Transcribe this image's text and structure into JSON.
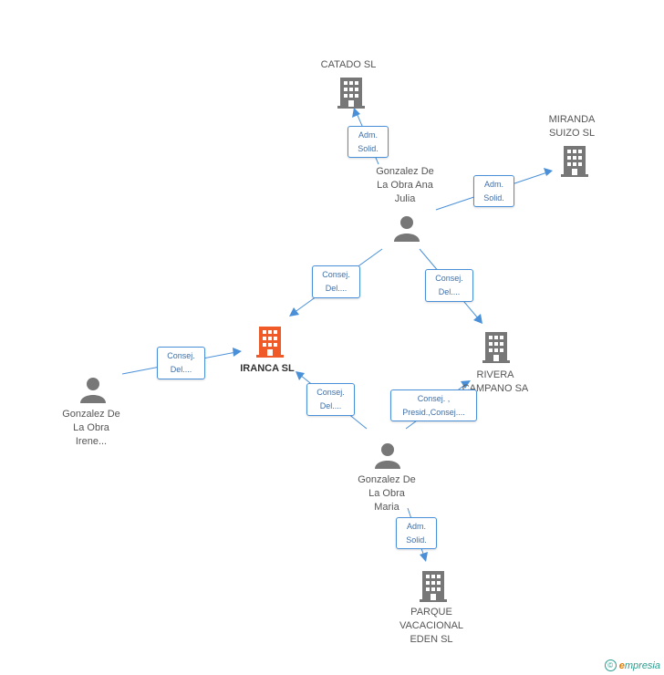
{
  "colors": {
    "edge": "#4a90d9",
    "company": "#777777",
    "main_company": "#f05a28",
    "person": "#777777"
  },
  "nodes": {
    "catado": {
      "label": "CATADO SL",
      "icon": "building-icon"
    },
    "miranda": {
      "label": "MIRANDA\nSUIZO SL",
      "icon": "building-icon"
    },
    "ana": {
      "label": "Gonzalez De\nLa Obra Ana\nJulia",
      "icon": "person-icon"
    },
    "iranca": {
      "label": "IRANCA SL",
      "icon": "building-icon"
    },
    "rivera": {
      "label": "RIVERA\nCAMPANO SA",
      "icon": "building-icon"
    },
    "irene": {
      "label": "Gonzalez De\nLa Obra\nIrene...",
      "icon": "person-icon"
    },
    "maria": {
      "label": "Gonzalez De\nLa Obra\nMaria",
      "icon": "person-icon"
    },
    "parque": {
      "label": "PARQUE\nVACACIONAL\nEDEN SL",
      "icon": "building-icon"
    }
  },
  "edges": {
    "ana_catado": "Adm.\nSolid.",
    "ana_miranda": "Adm.\nSolid.",
    "ana_iranca": "Consej.\nDel....",
    "ana_rivera": "Consej.\nDel....",
    "irene_iranca": "Consej.\nDel....",
    "maria_iranca": "Consej.\nDel....",
    "maria_rivera": "Consej. ,\nPresid.,Consej....",
    "maria_parque": "Adm.\nSolid."
  },
  "footer": {
    "copyright": "©",
    "brand_initial": "e",
    "brand_rest": "mpresia"
  }
}
